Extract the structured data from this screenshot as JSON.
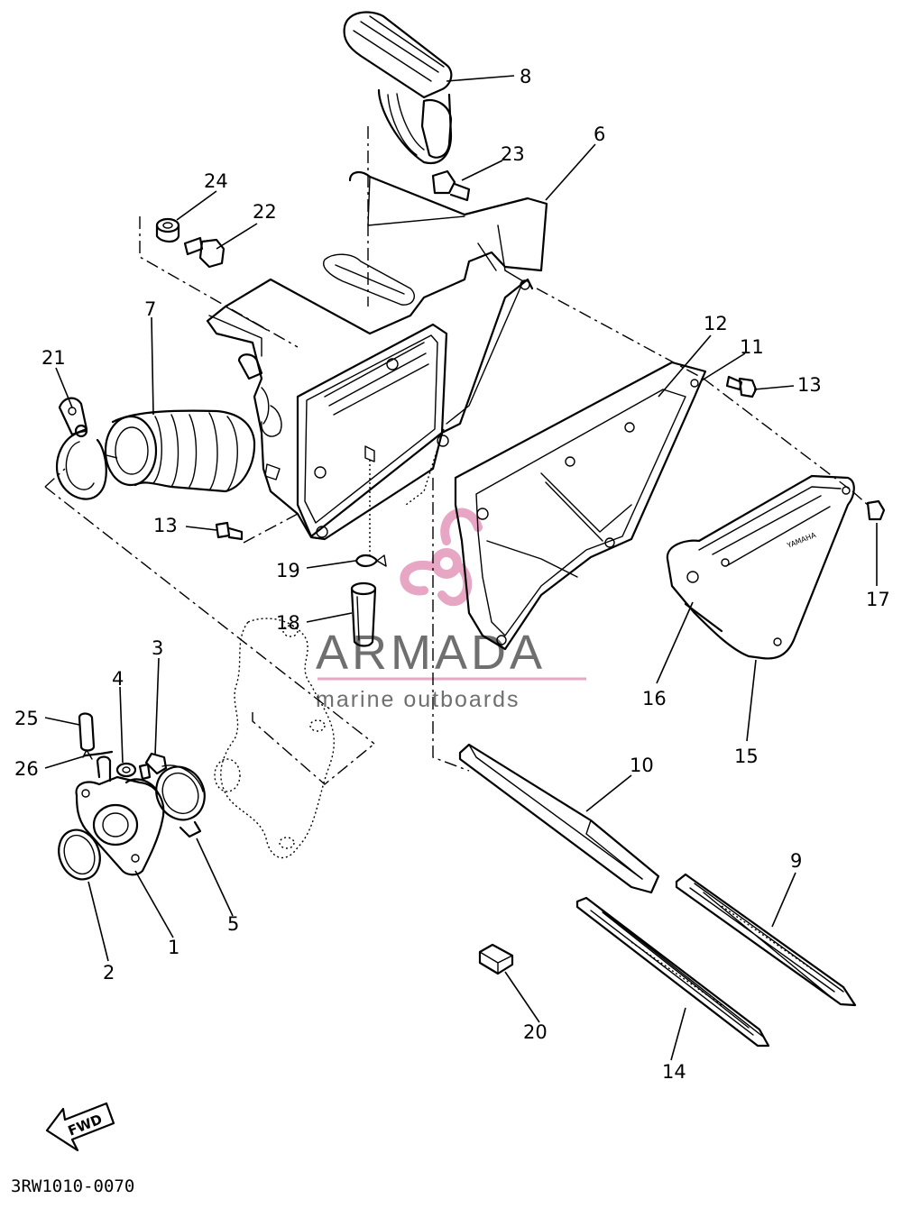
{
  "watermark": {
    "title": "ARMADA",
    "subtitle": "marine outboards",
    "pink": "#e7a6c4",
    "grey": "#6f6f6f"
  },
  "diagram_code": "3RW1010-0070",
  "fwd_label": "FWD",
  "brand_label": "YAMAHA",
  "callouts": [
    {
      "id": "c8",
      "label": "8"
    },
    {
      "id": "c23",
      "label": "23"
    },
    {
      "id": "c6",
      "label": "6"
    },
    {
      "id": "c24",
      "label": "24"
    },
    {
      "id": "c22",
      "label": "22"
    },
    {
      "id": "c7",
      "label": "7"
    },
    {
      "id": "c21",
      "label": "21"
    },
    {
      "id": "c12",
      "label": "12"
    },
    {
      "id": "c11",
      "label": "11"
    },
    {
      "id": "c13a",
      "label": "13"
    },
    {
      "id": "c13b",
      "label": "13"
    },
    {
      "id": "c17",
      "label": "17"
    },
    {
      "id": "c19",
      "label": "19"
    },
    {
      "id": "c18",
      "label": "18"
    },
    {
      "id": "c16",
      "label": "16"
    },
    {
      "id": "c15",
      "label": "15"
    },
    {
      "id": "c3",
      "label": "3"
    },
    {
      "id": "c4",
      "label": "4"
    },
    {
      "id": "c25",
      "label": "25"
    },
    {
      "id": "c26",
      "label": "26"
    },
    {
      "id": "c10",
      "label": "10"
    },
    {
      "id": "c5",
      "label": "5"
    },
    {
      "id": "c1",
      "label": "1"
    },
    {
      "id": "c2",
      "label": "2"
    },
    {
      "id": "c9",
      "label": "9"
    },
    {
      "id": "c20",
      "label": "20"
    },
    {
      "id": "c14",
      "label": "14"
    }
  ]
}
